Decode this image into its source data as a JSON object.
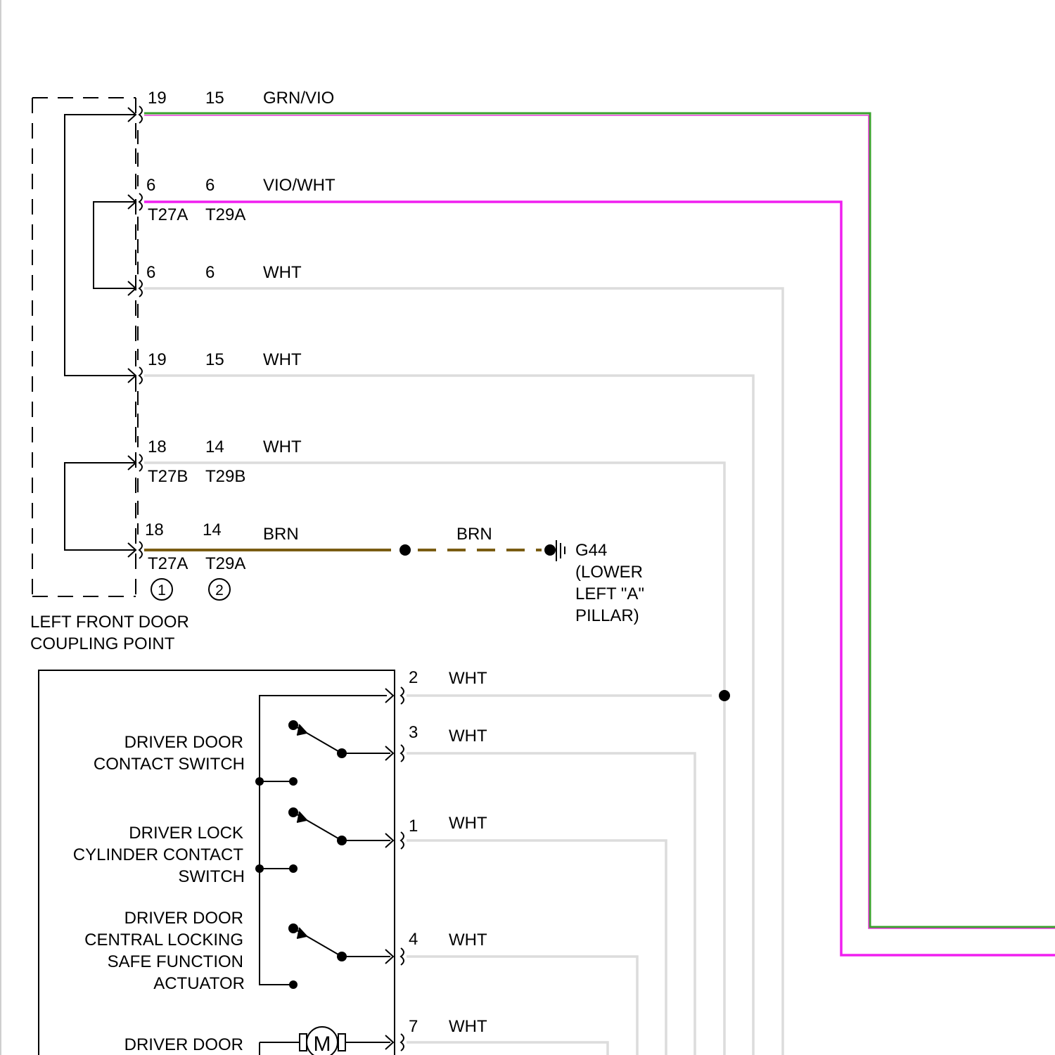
{
  "colors": {
    "grn_vio": "#3aa02c",
    "vio_pink": "#e53ad6",
    "vio_wht": "#f01ff0",
    "wht": "#dcdcdc",
    "brn": "#7a5c12",
    "black": "#000000"
  },
  "coupling": {
    "label_line1": "LEFT FRONT DOOR",
    "label_line2": "COUPLING POINT",
    "callout1": "1",
    "callout2": "2"
  },
  "wires": [
    {
      "pin_a": "19",
      "pin_b": "15",
      "color_label": "GRN/VIO",
      "conn_a": "",
      "conn_b": ""
    },
    {
      "pin_a": "6",
      "pin_b": "6",
      "color_label": "VIO/WHT",
      "conn_a": "T27A",
      "conn_b": "T29A"
    },
    {
      "pin_a": "6",
      "pin_b": "6",
      "color_label": "WHT",
      "conn_a": "",
      "conn_b": ""
    },
    {
      "pin_a": "19",
      "pin_b": "15",
      "color_label": "WHT",
      "conn_a": "",
      "conn_b": ""
    },
    {
      "pin_a": "18",
      "pin_b": "14",
      "color_label": "WHT",
      "conn_a": "T27B",
      "conn_b": "T29B"
    },
    {
      "pin_a": "18",
      "pin_b": "14",
      "color_label": "BRN",
      "conn_a": "T27A",
      "conn_b": "T29A"
    }
  ],
  "ground": {
    "wire_label": "BRN",
    "id": "G44",
    "loc_line1": "(LOWER",
    "loc_line2": "LEFT \"A\"",
    "loc_line3": "PILLAR)"
  },
  "module_pins": [
    {
      "pin": "2",
      "color_label": "WHT"
    },
    {
      "pin": "3",
      "color_label": "WHT"
    },
    {
      "pin": "1",
      "color_label": "WHT"
    },
    {
      "pin": "4",
      "color_label": "WHT"
    },
    {
      "pin": "7",
      "color_label": "WHT"
    }
  ],
  "components": {
    "contact_switch": [
      "DRIVER DOOR",
      "CONTACT SWITCH"
    ],
    "lock_cylinder": [
      "DRIVER LOCK",
      "CYLINDER CONTACT",
      "SWITCH"
    ],
    "safe_function": [
      "DRIVER DOOR",
      "CENTRAL LOCKING",
      "SAFE FUNCTION",
      "ACTUATOR"
    ],
    "motor_label": "DRIVER DOOR",
    "motor_symbol": "M"
  }
}
